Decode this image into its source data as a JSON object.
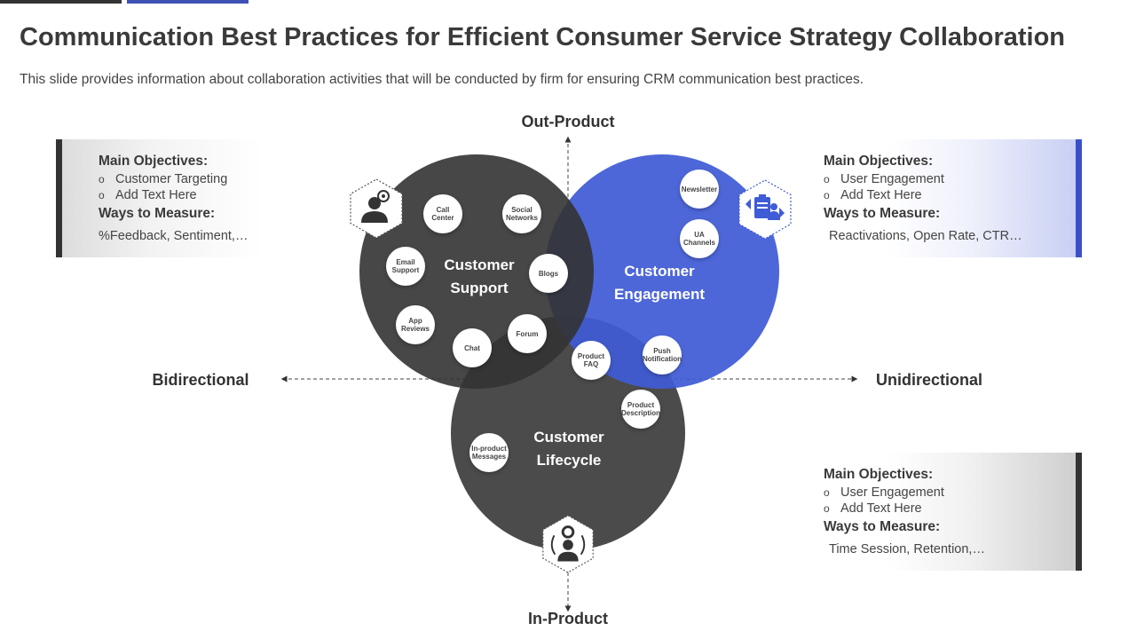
{
  "header": {
    "title": "Communication Best Practices for Efficient Consumer Service Strategy Collaboration",
    "subtitle": "This slide provides information about collaboration activities that will be conducted by firm for ensuring CRM communication best practices."
  },
  "axes": {
    "top": "Out-Product",
    "bottom": "In-Product",
    "left": "Bidirectional",
    "right": "Unidirectional"
  },
  "circles": {
    "support": {
      "line1": "Customer",
      "line2": "Support",
      "color": "#3d3d3d"
    },
    "engagement": {
      "line1": "Customer",
      "line2": "Engagement",
      "color": "#3f5bd5"
    },
    "lifecycle": {
      "line1": "Customer",
      "line2": "Lifecycle",
      "color": "#4b4b4b"
    }
  },
  "bubbles": {
    "call_center": {
      "l1": "Call",
      "l2": "Center"
    },
    "social_networks": {
      "l1": "Social",
      "l2": "Networks"
    },
    "email_support": {
      "l1": "Email",
      "l2": "Support"
    },
    "blogs": {
      "l1": "Blogs",
      "l2": ""
    },
    "app_reviews": {
      "l1": "App",
      "l2": "Reviews"
    },
    "forum": {
      "l1": "Forum",
      "l2": ""
    },
    "chat": {
      "l1": "Chat",
      "l2": ""
    },
    "newsletter": {
      "l1": "Newsletter",
      "l2": ""
    },
    "ua_channels": {
      "l1": "UA",
      "l2": "Channels"
    },
    "product_faq": {
      "l1": "Product",
      "l2": "FAQ"
    },
    "push_notification": {
      "l1": "Push",
      "l2": "Notification"
    },
    "product_description": {
      "l1": "Product",
      "l2": "Description"
    },
    "in_product_messages": {
      "l1": "In-product",
      "l2": "Messages"
    }
  },
  "panels": {
    "left": {
      "objectives_title": "Main Objectives:",
      "objectives": [
        "Customer Targeting",
        "Add Text Here"
      ],
      "measure_title": "Ways to Measure:",
      "measure": "%Feedback, Sentiment,…"
    },
    "right_top": {
      "objectives_title": "Main Objectives:",
      "objectives": [
        "User Engagement",
        "Add Text Here"
      ],
      "measure_title": "Ways to Measure:",
      "measure": "Reactivations, Open Rate, CTR…"
    },
    "right_bottom": {
      "objectives_title": "Main Objectives:",
      "objectives": [
        "User Engagement",
        "Add Text Here"
      ],
      "measure_title": "Ways to Measure:",
      "measure": "Time Session, Retention,…"
    }
  },
  "icons": {
    "support": "support-agent-icon",
    "engagement": "engagement-clipboard-icon",
    "lifecycle": "lifecycle-user-icon"
  }
}
